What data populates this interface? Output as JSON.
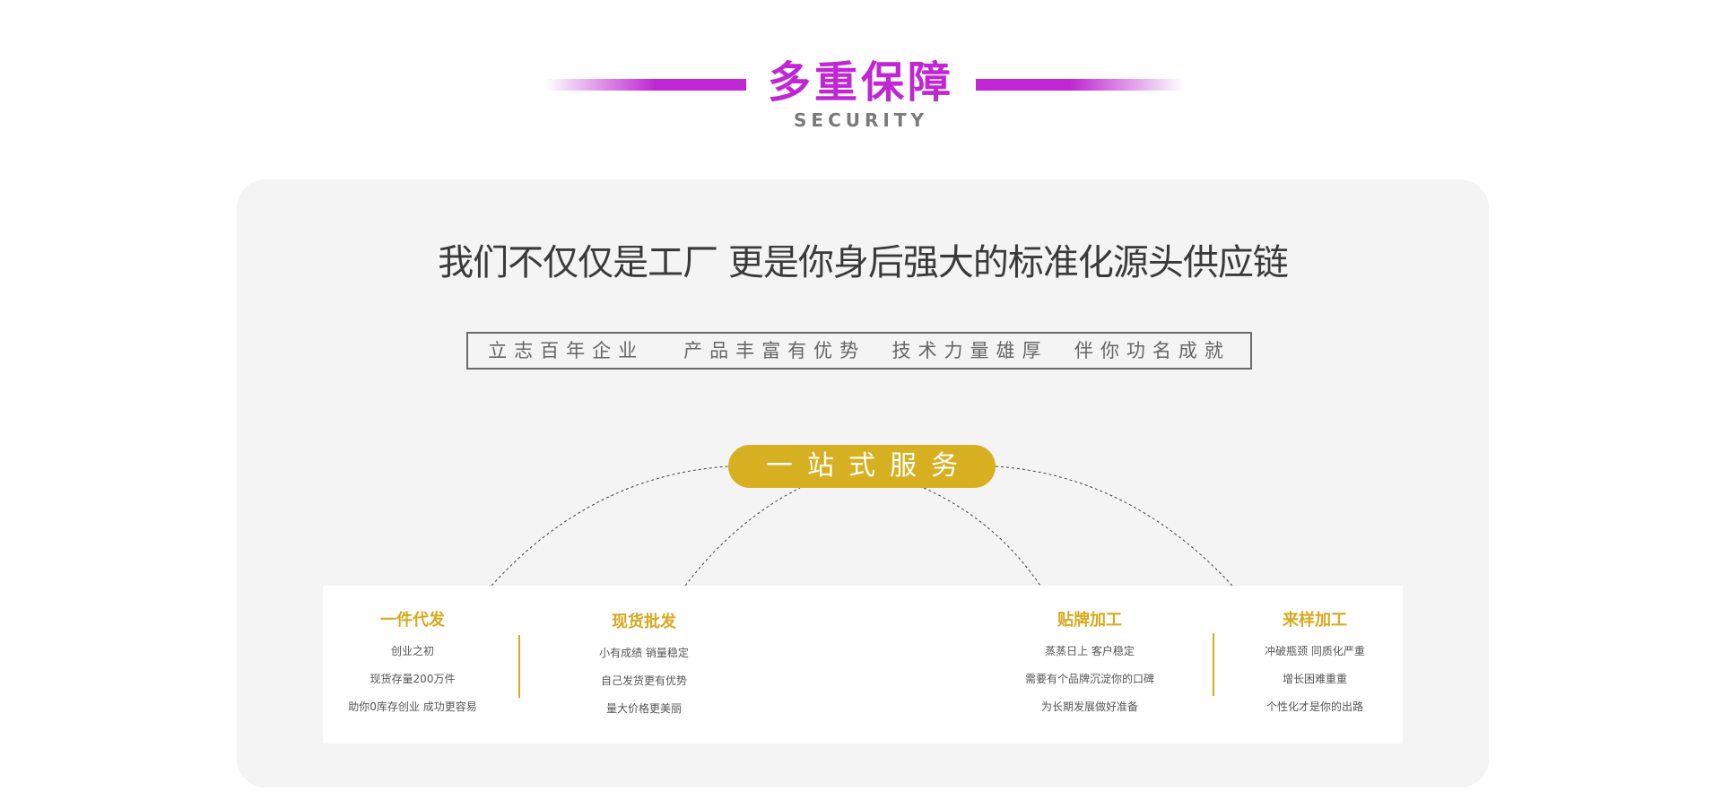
{
  "header": {
    "title": "多重保障",
    "subtitle": "SECURITY",
    "accent_color": "#c026d3"
  },
  "panel": {
    "headline": "我们不仅仅是工厂 更是你身后强大的标准化源头供应链",
    "slogan": "立志百年企业   产品丰富有优势  技术力量雄厚  伴你功名成就"
  },
  "service": {
    "label": "一站式服务",
    "color": "#d7b021"
  },
  "cards": [
    {
      "title": "一件代发",
      "lines": [
        "创业之初",
        "现货存量200万件",
        "助你0库存创业 成功更容易"
      ]
    },
    {
      "title": "现货批发",
      "lines": [
        "小有成绩 销量稳定",
        "自己发货更有优势",
        "量大价格更美丽"
      ]
    },
    {
      "title": "贴牌加工",
      "lines": [
        "蒸蒸日上 客户稳定",
        "需要有个品牌沉淀你的口碑",
        "为长期发展做好准备"
      ]
    },
    {
      "title": "来样加工",
      "lines": [
        "冲破瓶颈 同质化严重",
        "增长困难重重",
        "个性化才是你的出路"
      ]
    }
  ]
}
